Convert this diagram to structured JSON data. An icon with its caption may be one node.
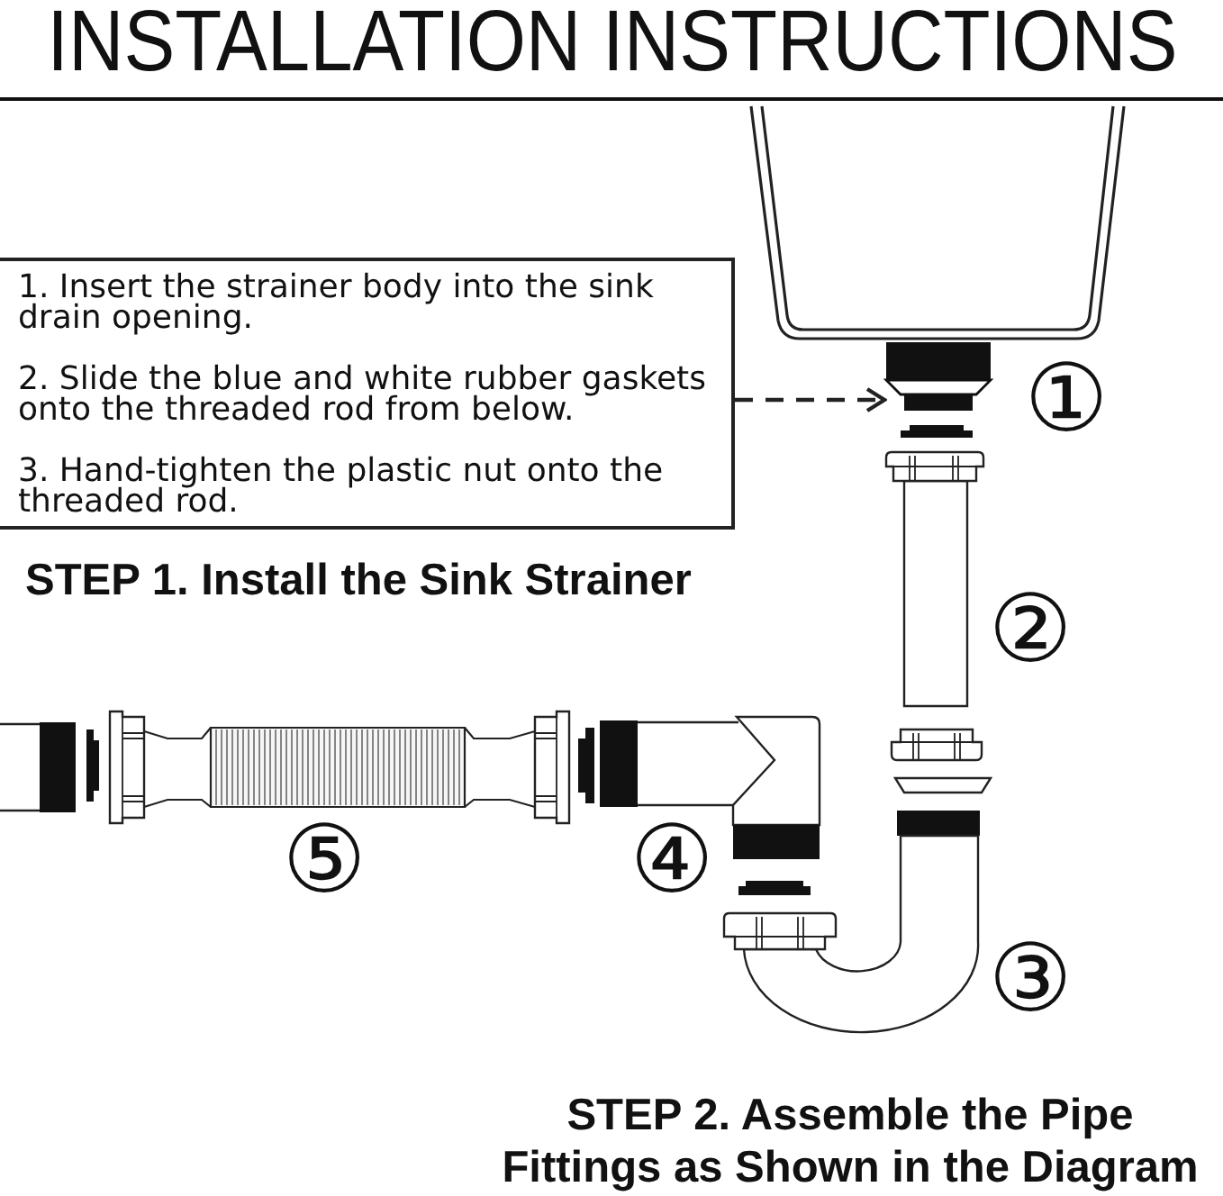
{
  "diagram": {
    "title": "INSTALLATION INSTRUCTIONS",
    "nodes": [
      {
        "text": [
          "1. Insert the strainer body into the sink drain opening.",
          "2. Slide the blue and white rubber gaskets onto the threaded rod from below.",
          "3. Hand-tighten the plastic nut onto the threaded rod."
        ],
        "beside": [
          "STEP 1. Install the Sink Strainer"
        ]
      },
      {
        "text": [],
        "shape": "picture",
        "beside": [
          "①"
        ]
      }
    ],
    "edges": [
      {
        "from": 0,
        "to": 1,
        "arrow": "to",
        "style": "dashed"
      }
    ],
    "labels": [
      "②",
      "⑤",
      "④",
      "③",
      "STEP 2. Assemble the Pipe Fittings as Shown in the Diagram"
    ]
  }
}
